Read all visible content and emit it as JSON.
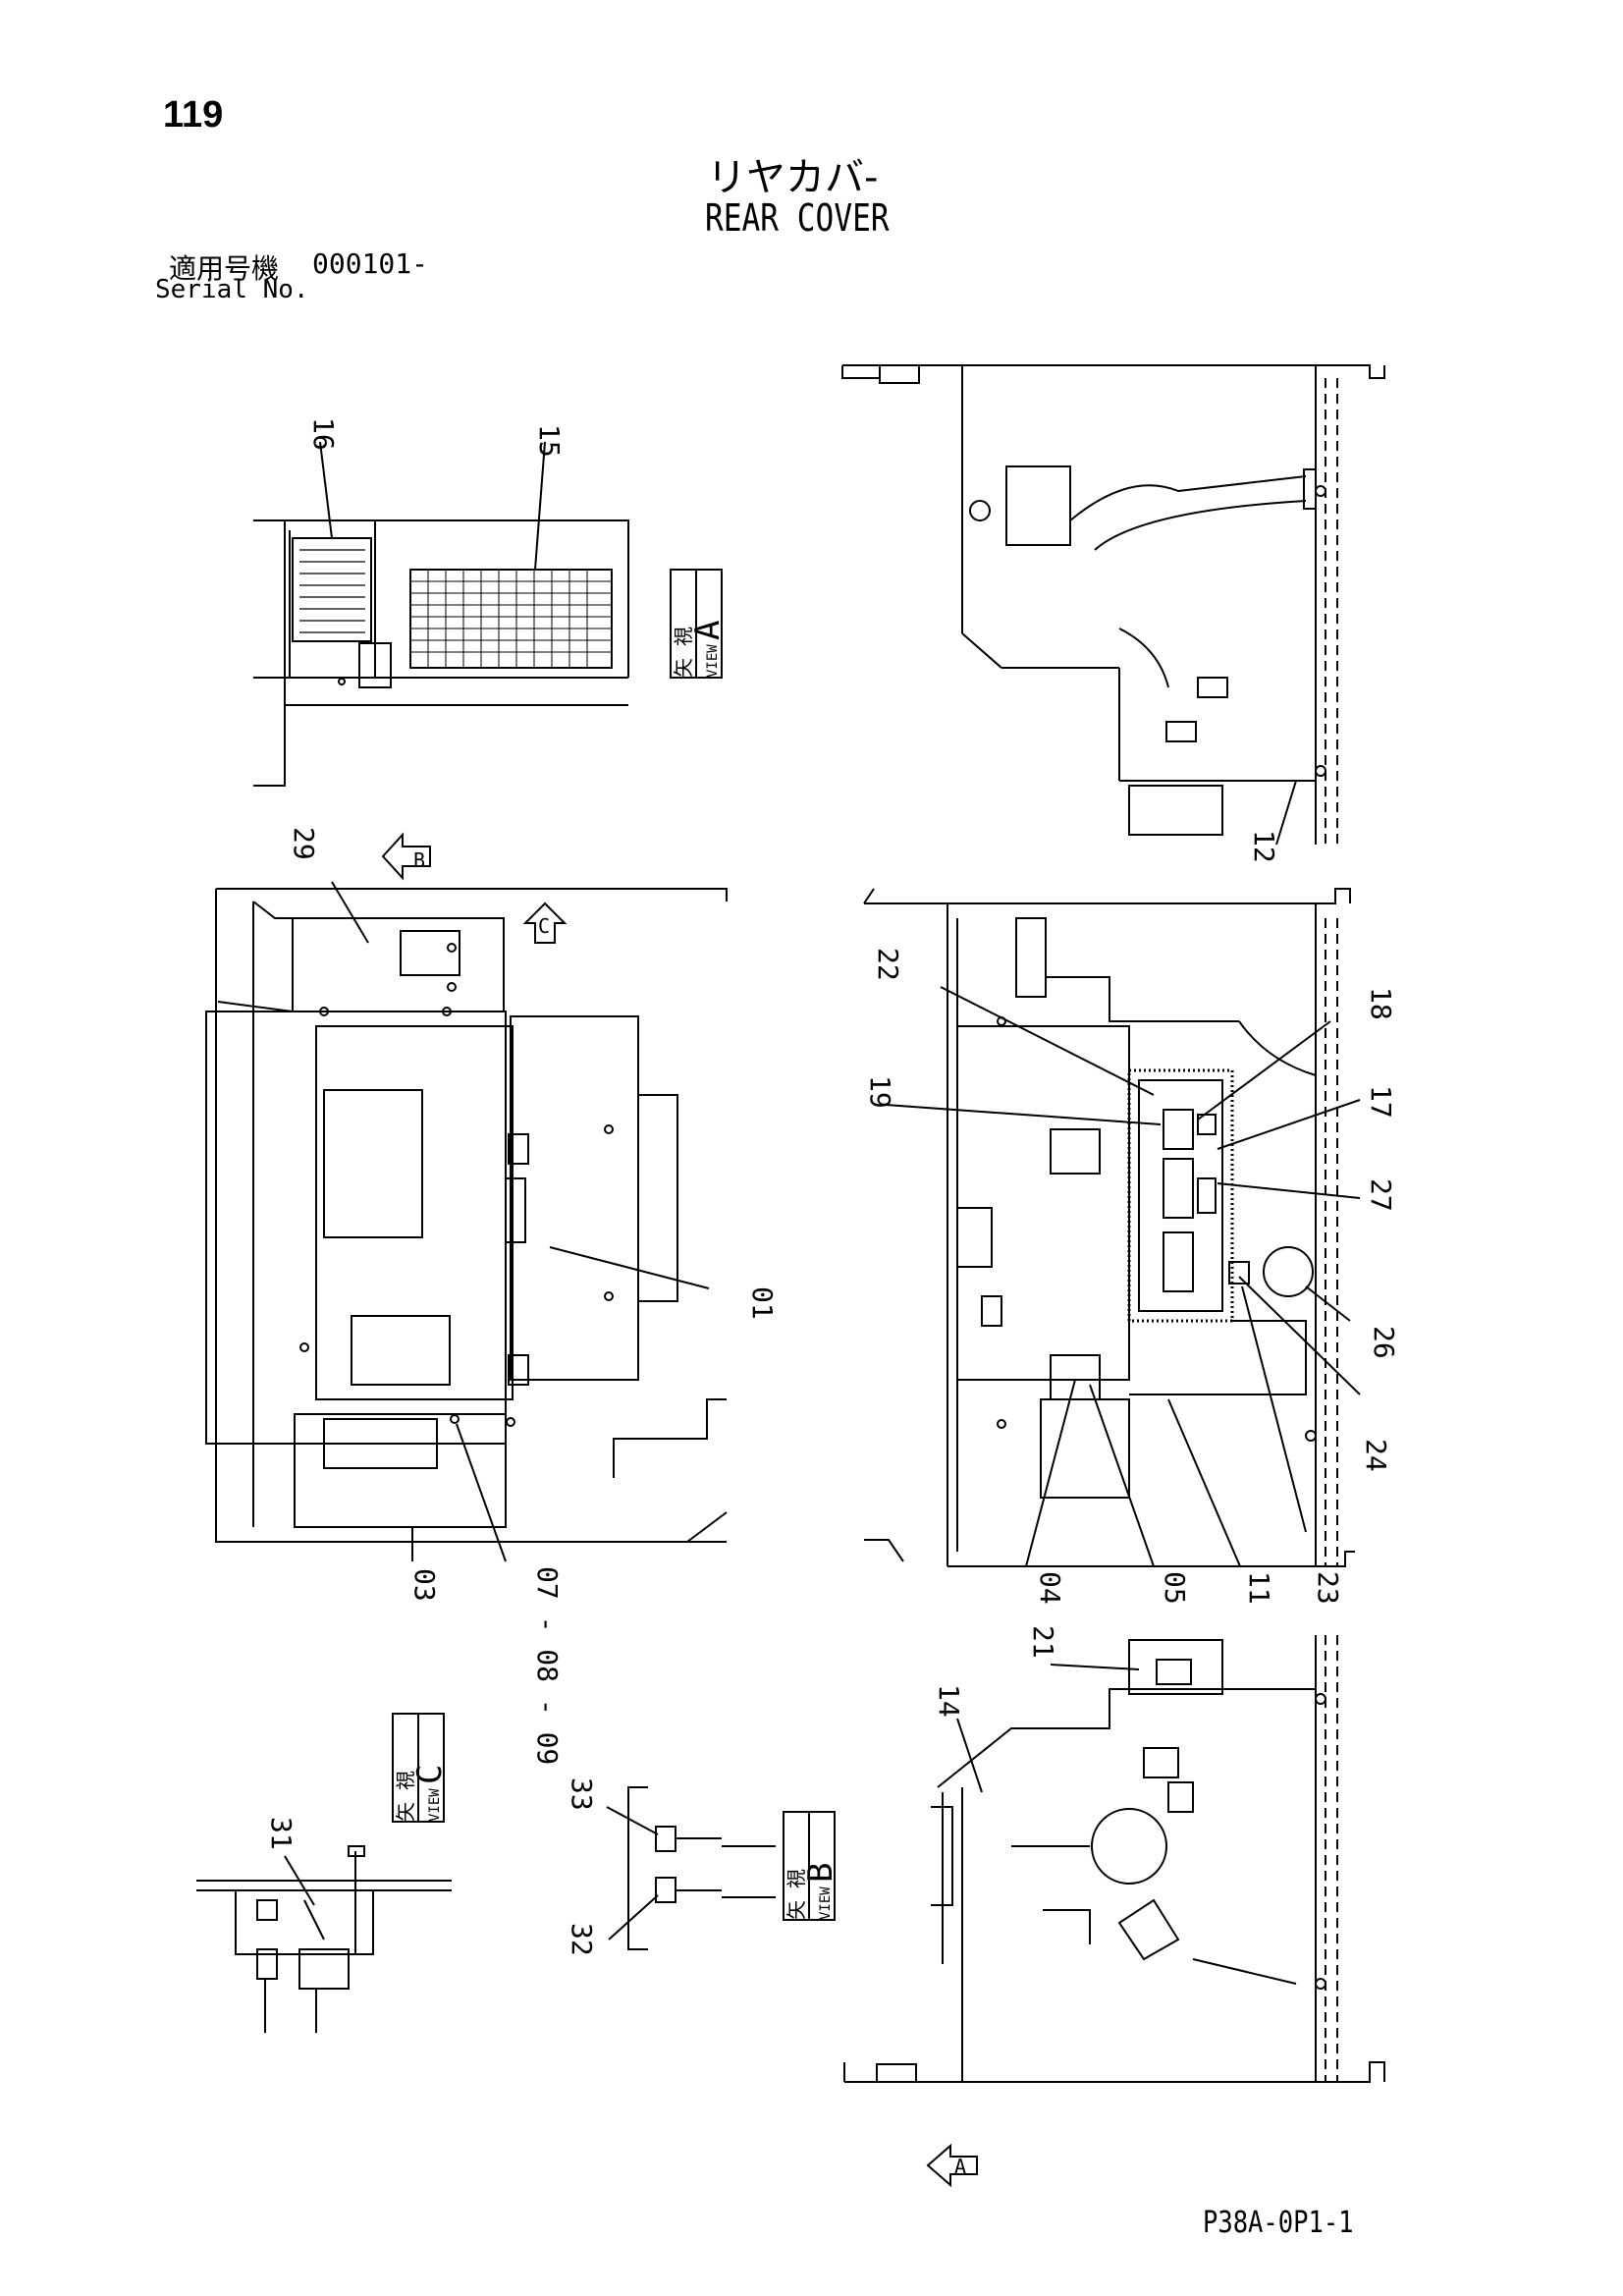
{
  "page": {
    "number": "119",
    "title_jp": "リヤカバ-",
    "title_en": "REAR COVER",
    "serial_label_jp": "適用号機",
    "serial_value": "000101-",
    "serial_label_en": "Serial No.",
    "drawing_code": "P38A-0P1-1"
  },
  "view_labels": {
    "jp": "矢 視",
    "en": "VIEW",
    "A": "A",
    "B": "B",
    "C": "C"
  },
  "part_numbers": {
    "p01": "01",
    "p03": "03",
    "p04": "04",
    "p05": "05",
    "p07_08_09": "07 - 08 - 09",
    "p11": "11",
    "p12": "12",
    "p14": "14",
    "p15": "15",
    "p16": "16",
    "p17": "17",
    "p18": "18",
    "p19": "19",
    "p21": "21",
    "p22": "22",
    "p23": "23",
    "p24": "24",
    "p26": "26",
    "p27": "27",
    "p29": "29",
    "p31": "31",
    "p32": "32",
    "p33": "33"
  }
}
